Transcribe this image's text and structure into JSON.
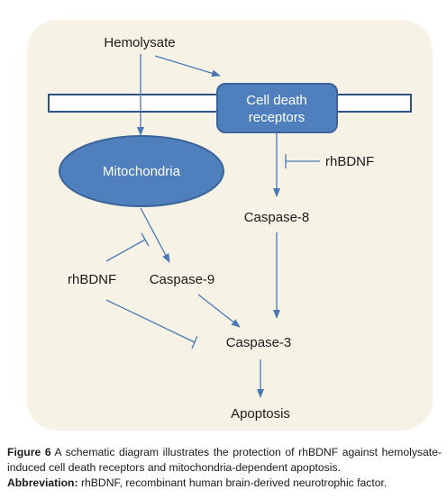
{
  "diagram": {
    "nodes": {
      "hemolysate": "Hemolysate",
      "receptors_line1": "Cell death",
      "receptors_line2": "receptors",
      "mitochondria": "Mitochondria",
      "rhbdnf_right": "rhBDNF",
      "caspase8": "Caspase-8",
      "rhbdnf_left": "rhBDNF",
      "caspase9": "Caspase-9",
      "caspase3": "Caspase-3",
      "apoptosis": "Apoptosis"
    },
    "colors": {
      "panel_fill": "#f6f3e6",
      "node_fill": "#4f80bd",
      "node_stroke": "#3a649b",
      "arrow": "#4a78b5",
      "membrane_stroke": "#2f5385"
    }
  },
  "caption": {
    "figure_label": "Figure 6",
    "figure_text": "A schematic diagram illustrates the protection of rhBDNF against hemolysate-induced cell death receptors and mitochondria-dependent apoptosis.",
    "abbreviation_label": "Abbreviation:",
    "abbreviation_text": "rhBDNF, recombinant human brain-derived neurotrophic factor."
  }
}
